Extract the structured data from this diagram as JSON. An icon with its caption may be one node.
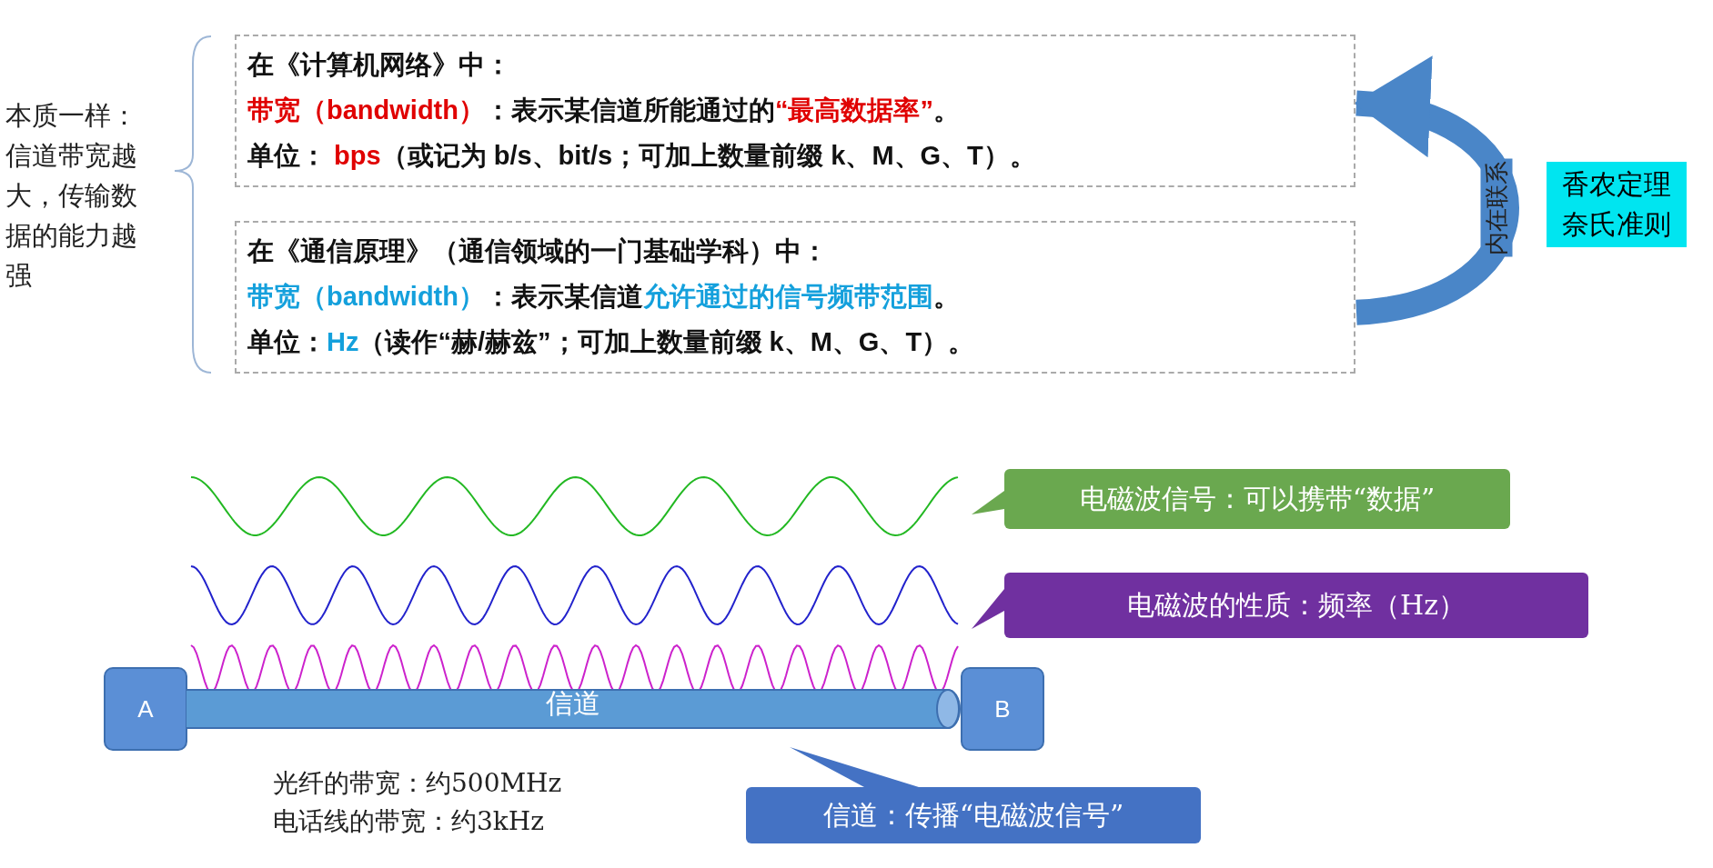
{
  "diagram": {
    "nodes": [
      {
        "text": [
          "本质一样：信道带宽越大，传输数据的能力越强"
        ]
      },
      {
        "text": [
          "在《计算机网络》中：",
          "**带宽（bandwidth）**：表示某信道所能通过的**“最高数据率”**。",
          "单位： **bps**（或记为 b/s、bit/s；可加上数量前缀 k、M、G、T）。"
        ]
      },
      {
        "text": [
          "在《通信原理》（通信领域的一门基础学科）中：",
          "**带宽（bandwidth）**：表示某信道**允许通过的信号频带范围**。",
          "单位：**Hz**（读作“赫/赫兹”；可加上数量前缀 k、M、G、T）。"
        ]
      },
      {
        "text": [
          "香农定理",
          "奈氏准则"
        ]
      },
      {
        "text": [
          "电磁波信号：可以携带“数据”"
        ]
      },
      {
        "text": [
          "电磁波的性质：频率（Hz）"
        ]
      },
      {
        "text": [
          "A"
        ]
      },
      {
        "text": [
          "信道"
        ]
      },
      {
        "text": [
          "B"
        ]
      },
      {
        "text": [
          "信道：传播“电磁波信号”"
        ]
      }
    ],
    "edges": [
      {
        "from": 2,
        "to": 1,
        "arrow": "to",
        "label": "内在联系"
      }
    ],
    "labels": [
      "光纤的带宽：约500MHz",
      "电话线的带宽：约3kHz"
    ]
  }
}
